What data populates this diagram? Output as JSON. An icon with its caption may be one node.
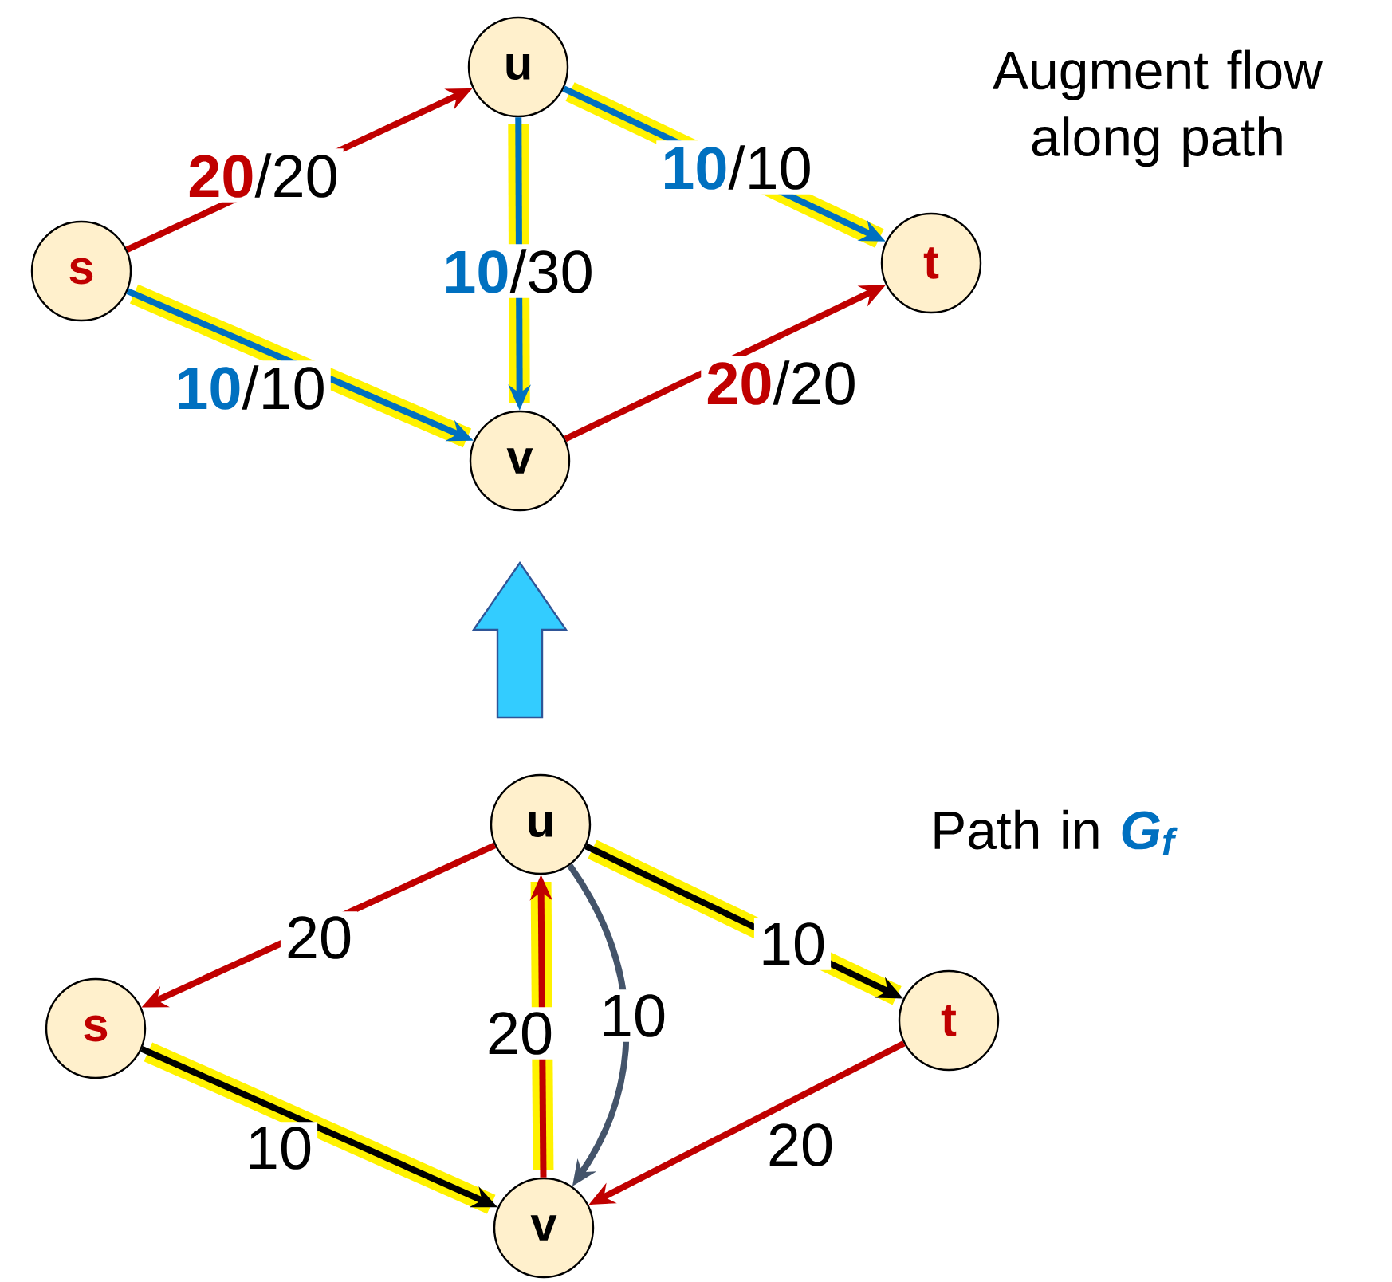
{
  "diagram": {
    "nodes": [
      {
        "text": [
          "s"
        ]
      },
      {
        "text": [
          "u"
        ]
      },
      {
        "text": [
          "t"
        ]
      },
      {
        "text": [
          "v"
        ]
      },
      {
        "text": [
          "u"
        ]
      },
      {
        "text": [
          "s"
        ]
      },
      {
        "text": [
          "t"
        ]
      },
      {
        "text": [
          "v"
        ]
      }
    ],
    "edges": [
      {
        "from": 0,
        "to": 1,
        "arrow": "to",
        "label": "**20**/20",
        "color": "#c00000"
      },
      {
        "from": 1,
        "to": 2,
        "arrow": "to",
        "label": "**10**/10",
        "color": "#0070c0"
      },
      {
        "from": 1,
        "to": 3,
        "arrow": "to",
        "label": "**10**/30",
        "color": "#0070c0"
      },
      {
        "from": 0,
        "to": 3,
        "arrow": "to",
        "label": "**10**/10",
        "color": "#0070c0"
      },
      {
        "from": 3,
        "to": 2,
        "arrow": "to",
        "label": "**20**/20",
        "color": "#c00000"
      },
      {
        "from": 4,
        "to": 5,
        "arrow": "to",
        "label": "20",
        "color": "#c00000"
      },
      {
        "from": 5,
        "to": 7,
        "arrow": "to",
        "label": "10",
        "color": "#000000"
      },
      {
        "from": 7,
        "to": 4,
        "arrow": "to",
        "label": "20",
        "color": "#c00000"
      },
      {
        "from": 4,
        "to": 7,
        "arrow": "to",
        "label": "10",
        "color": "#44546a"
      },
      {
        "from": 4,
        "to": 6,
        "arrow": "to",
        "label": "10",
        "color": "#000000"
      },
      {
        "from": 6,
        "to": 7,
        "arrow": "to",
        "label": "20",
        "color": "#c00000"
      }
    ],
    "labels": [
      "Augment flow along path",
      "Path in *G*$_{f}$"
    ]
  }
}
